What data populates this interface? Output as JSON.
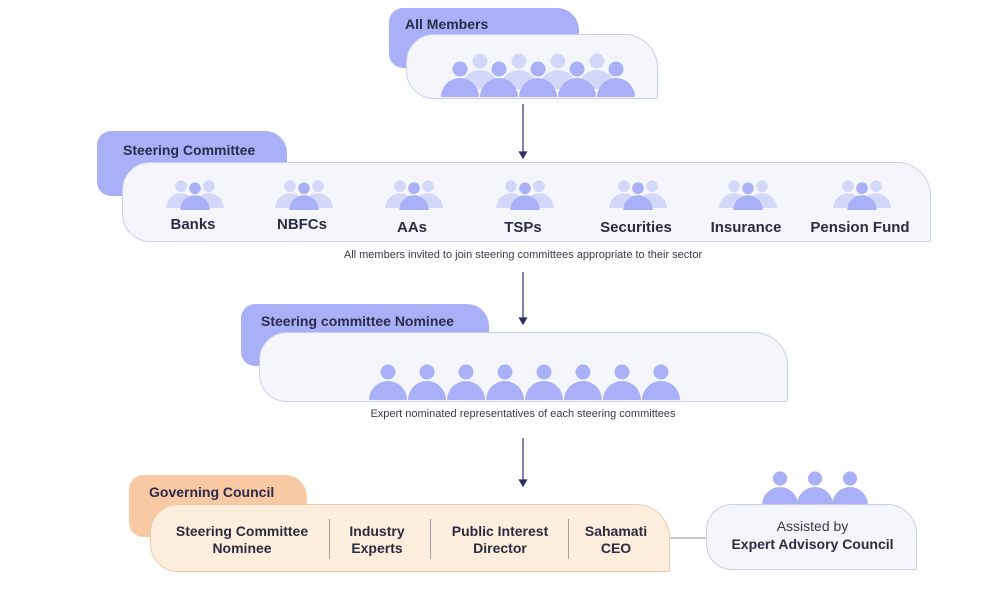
{
  "all_members": {
    "title": "All Members"
  },
  "steering_committee": {
    "title": "Steering Committee",
    "sectors": [
      "Banks",
      "NBFCs",
      "AAs",
      "TSPs",
      "Securities",
      "Insurance",
      "Pension Fund"
    ],
    "caption": "All members invited to join steering committees appropriate to their sector"
  },
  "nominee": {
    "title": "Steering committee Nominee",
    "caption": "Expert nominated representatives of each steering committees"
  },
  "governing_council": {
    "title": "Governing Council",
    "members": [
      {
        "line1": "Steering Committee",
        "line2": "Nominee"
      },
      {
        "line1": "Industry",
        "line2": "Experts"
      },
      {
        "line1": "Public Interest",
        "line2": "Director"
      },
      {
        "line1": "Sahamati",
        "line2": "CEO"
      }
    ]
  },
  "advisory": {
    "line1": "Assisted by",
    "line2": "Expert Advisory Council"
  },
  "colors": {
    "purple_tab": "#a9b0f7",
    "person_dark": "#a9b0f7",
    "person_light": "#d3d7fa",
    "orange_tab": "#f8c9a2",
    "orange_card": "#fdeedd",
    "arrow": "#2d2f66"
  }
}
